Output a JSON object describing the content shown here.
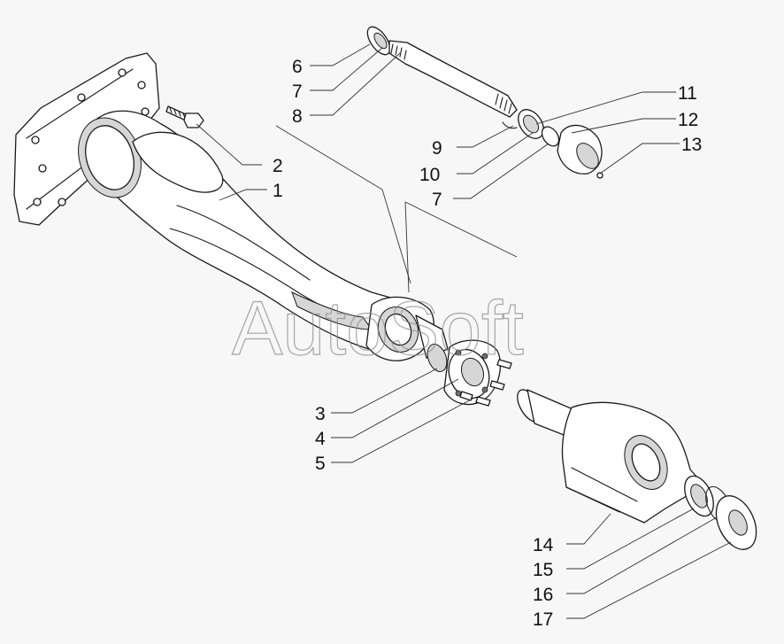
{
  "watermark": "AutoSoft",
  "callouts": [
    "1",
    "2",
    "3",
    "4",
    "5",
    "6",
    "7",
    "8",
    "9",
    "10",
    "11",
    "12",
    "13",
    "7",
    "14",
    "15",
    "16",
    "17"
  ]
}
